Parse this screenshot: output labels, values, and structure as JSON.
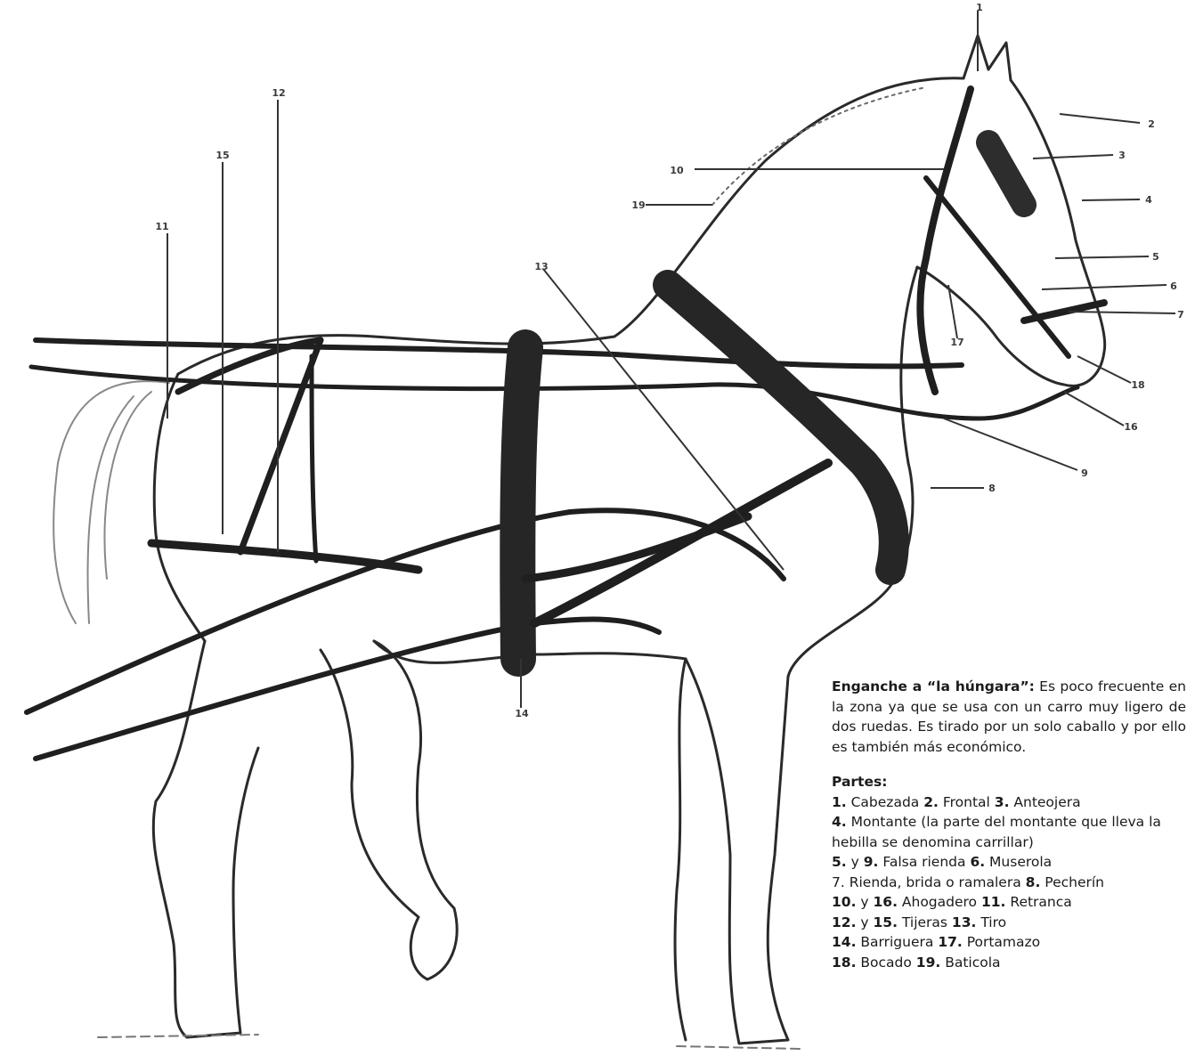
{
  "diagram": {
    "callouts": [
      {
        "n": "1"
      },
      {
        "n": "2"
      },
      {
        "n": "3"
      },
      {
        "n": "4"
      },
      {
        "n": "5"
      },
      {
        "n": "6"
      },
      {
        "n": "7"
      },
      {
        "n": "8"
      },
      {
        "n": "9"
      },
      {
        "n": "10"
      },
      {
        "n": "11"
      },
      {
        "n": "12"
      },
      {
        "n": "13"
      },
      {
        "n": "14"
      },
      {
        "n": "15"
      },
      {
        "n": "16"
      },
      {
        "n": "17"
      },
      {
        "n": "18"
      },
      {
        "n": "19"
      }
    ]
  },
  "description": {
    "title": "Enganche a “la húngara”:",
    "body": " Es poco frecuente en la zona ya que se usa con un carro muy ligero de dos ruedas. Es tirado por un solo caballo y por ello es también más económico."
  },
  "parts": {
    "title": "Partes:",
    "lines": [
      [
        {
          "b": "1.",
          "t": " Cabezada  "
        },
        {
          "b": "2.",
          "t": " Frontal   "
        },
        {
          "b": "3.",
          "t": " Anteojera"
        }
      ],
      [
        {
          "b": "4.",
          "t": " Montante (la parte del montante que lleva la hebilla se denomina carrillar)"
        }
      ],
      [
        {
          "b": "5.",
          "t": " y "
        },
        {
          "b": "9.",
          "t": " Falsa rienda  "
        },
        {
          "b": "6.",
          "t": " Muserola"
        }
      ],
      [
        {
          "b": "",
          "t": "7. Rienda, brida o ramalera  "
        },
        {
          "b": "8.",
          "t": " Pecherín"
        }
      ],
      [
        {
          "b": "10.",
          "t": " y "
        },
        {
          "b": "16.",
          "t": " Ahogadero  "
        },
        {
          "b": "11.",
          "t": " Retranca"
        }
      ],
      [
        {
          "b": "12.",
          "t": " y "
        },
        {
          "b": "15.",
          "t": " Tijeras  "
        },
        {
          "b": "13.",
          "t": " Tiro"
        }
      ],
      [
        {
          "b": "14.",
          "t": " Barriguera  "
        },
        {
          "b": "17.",
          "t": " Portamazo"
        }
      ],
      [
        {
          "b": "18.",
          "t": " Bocado  "
        },
        {
          "b": "19.",
          "t": " Baticola"
        }
      ]
    ]
  }
}
